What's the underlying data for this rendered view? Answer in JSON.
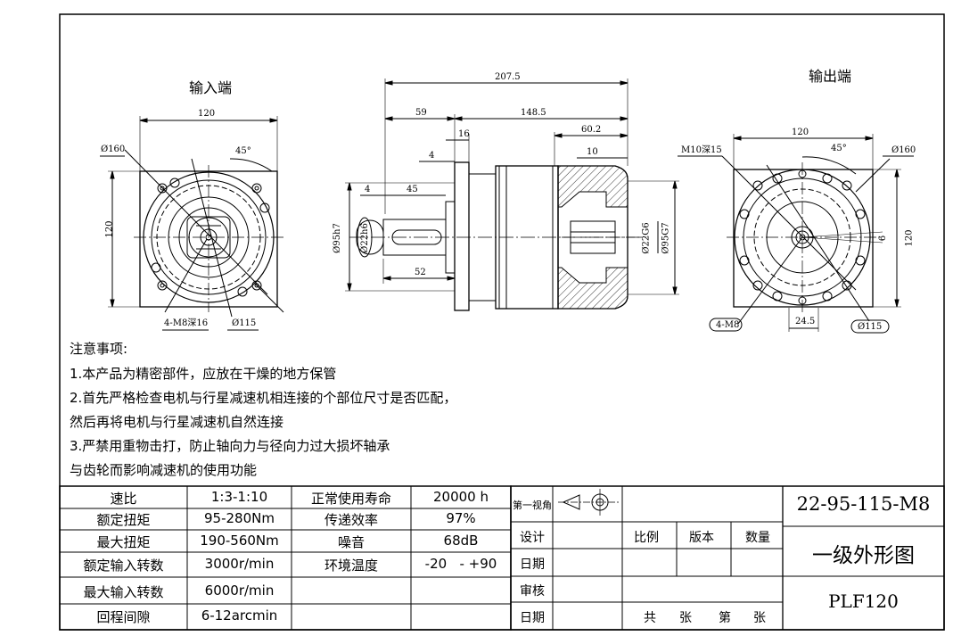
{
  "views": {
    "input_title": "输入端",
    "output_title": "输出端"
  },
  "dimensions": {
    "input_width": "120",
    "input_height": "120",
    "input_pcd": "Ø160",
    "input_angle": "45°",
    "input_holes": "4-M8深16",
    "input_bore": "Ø115",
    "side_total": "207.5",
    "side_shaft": "59",
    "side_body": "148.5",
    "side_flange": "16",
    "side_output": "60.2",
    "side_4a": "4",
    "side_4b": "4",
    "side_key": "45",
    "side_10": "10",
    "side_52": "52",
    "side_shaft_dia": "Ø95h7",
    "side_shaft_small": "Ø22h6",
    "side_bore_right": "Ø22G6",
    "side_pilot": "Ø95G7",
    "output_width": "120",
    "output_height": "120",
    "output_tap": "M10深15",
    "output_angle": "45°",
    "output_pcd": "Ø160",
    "output_holes": "4-M8",
    "output_offset": "24.5",
    "output_bore": "Ø115",
    "output_key": "6"
  },
  "notes": {
    "title": "注意事项:",
    "line1": "1.本产品为精密部件，应放在干燥的地方保管",
    "line2": "2.首先严格检查电机与行星减速机相连接的个部位尺寸是否匹配，",
    "line3": "然后再将电机与行星减速机自然连接",
    "line4": "3.严禁用重物击打，防止轴向力与径向力过大损坏轴承",
    "line5": "与齿轮而影响减速机的使用功能"
  },
  "specs": [
    {
      "label": "速比",
      "value": "1:3-1:10",
      "label2": "正常使用寿命",
      "value2": "20000 h"
    },
    {
      "label": "额定扭矩",
      "value": "95-280Nm",
      "label2": "传递效率",
      "value2": "97%"
    },
    {
      "label": "最大扭矩",
      "value": "190-560Nm",
      "label2": "噪音",
      "value2": "68dB"
    },
    {
      "label": "额定输入转数",
      "value": "3000r/min",
      "label2": "环境温度",
      "value2": "-20   - +90"
    },
    {
      "label": "最大输入转数",
      "value": "6000r/min",
      "label2": "",
      "value2": ""
    },
    {
      "label": "回程间隙",
      "value": "6-12arcmin",
      "label2": "",
      "value2": ""
    }
  ],
  "title_block": {
    "projection": "第一视角",
    "design": "设计",
    "date1": "日期",
    "review": "审核",
    "date2": "日期",
    "scale": "比例",
    "version": "版本",
    "quantity": "数量",
    "sheet_total": "共",
    "sheet_unit1": "张",
    "sheet_no": "第",
    "sheet_unit2": "张",
    "drawing_no": "22-95-115-M8",
    "drawing_name": "一级外形图",
    "model": "PLF120"
  }
}
